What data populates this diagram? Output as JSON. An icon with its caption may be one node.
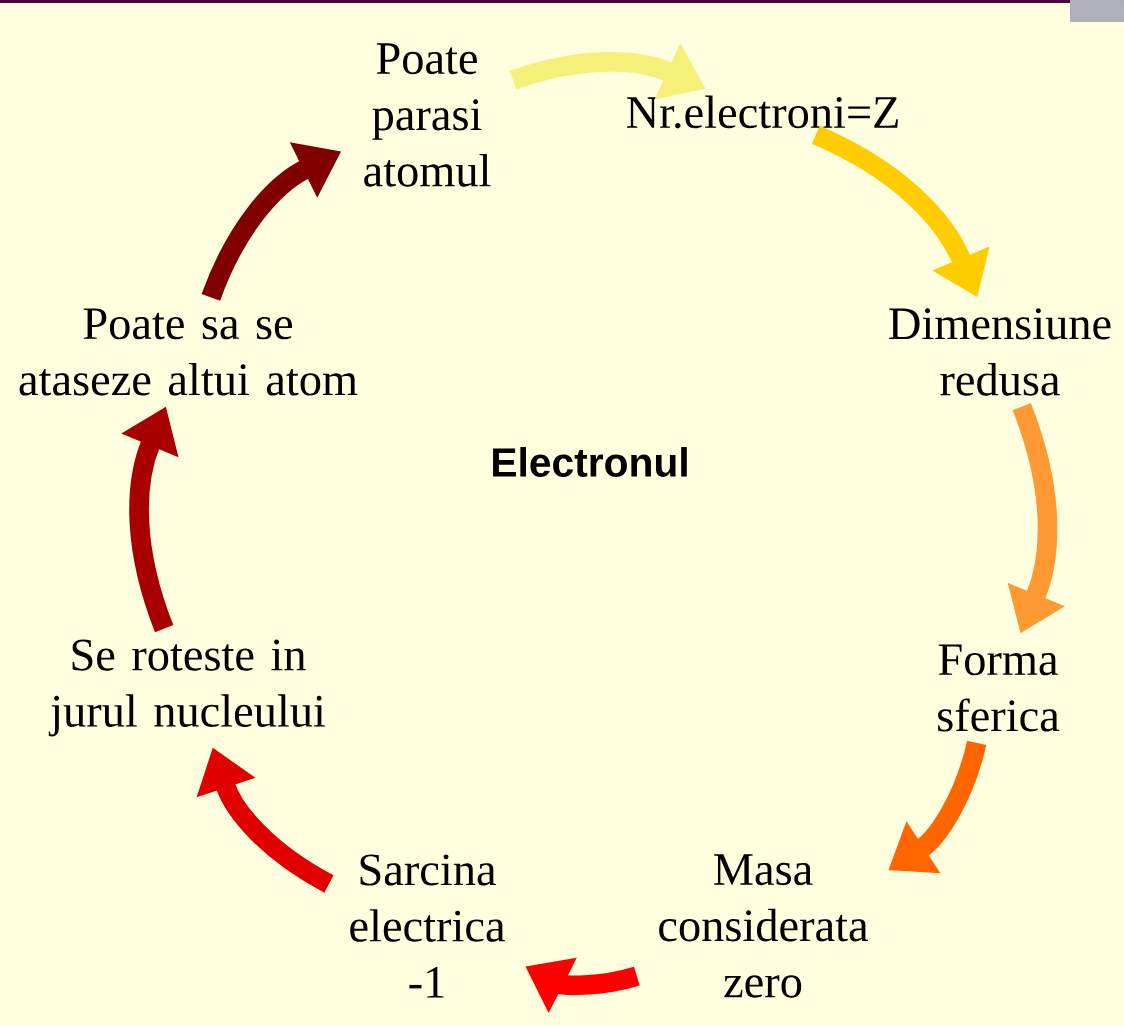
{
  "diagram": {
    "nodes": [
      {
        "text": [
          "Poate parasi atomul"
        ]
      },
      {
        "text": [
          "Nr.electroni=Z"
        ]
      },
      {
        "text": [
          "Dimensiune redusa"
        ]
      },
      {
        "text": [
          "Forma sferica"
        ]
      },
      {
        "text": [
          "Masa considerata zero"
        ]
      },
      {
        "text": [
          "Sarcina electrica -1"
        ]
      },
      {
        "text": [
          "Se roteste in jurul nucleului"
        ]
      },
      {
        "text": [
          "Poate sa se ataseze altui atom"
        ]
      },
      {
        "text": [
          "Electronul"
        ]
      }
    ],
    "edges": [
      {
        "from": 0,
        "to": 1,
        "arrow": "to",
        "color": "#f5f07a"
      },
      {
        "from": 1,
        "to": 2,
        "arrow": "to",
        "color": "#ffcc00"
      },
      {
        "from": 2,
        "to": 3,
        "arrow": "to",
        "color": "#ff9933"
      },
      {
        "from": 3,
        "to": 4,
        "arrow": "to",
        "color": "#ff6600"
      },
      {
        "from": 4,
        "to": 5,
        "arrow": "to",
        "color": "#ff0000"
      },
      {
        "from": 5,
        "to": 6,
        "arrow": "to",
        "color": "#e00000"
      },
      {
        "from": 6,
        "to": 7,
        "arrow": "to",
        "color": "#a80000"
      },
      {
        "from": 7,
        "to": 0,
        "arrow": "to",
        "color": "#800000"
      }
    ]
  }
}
